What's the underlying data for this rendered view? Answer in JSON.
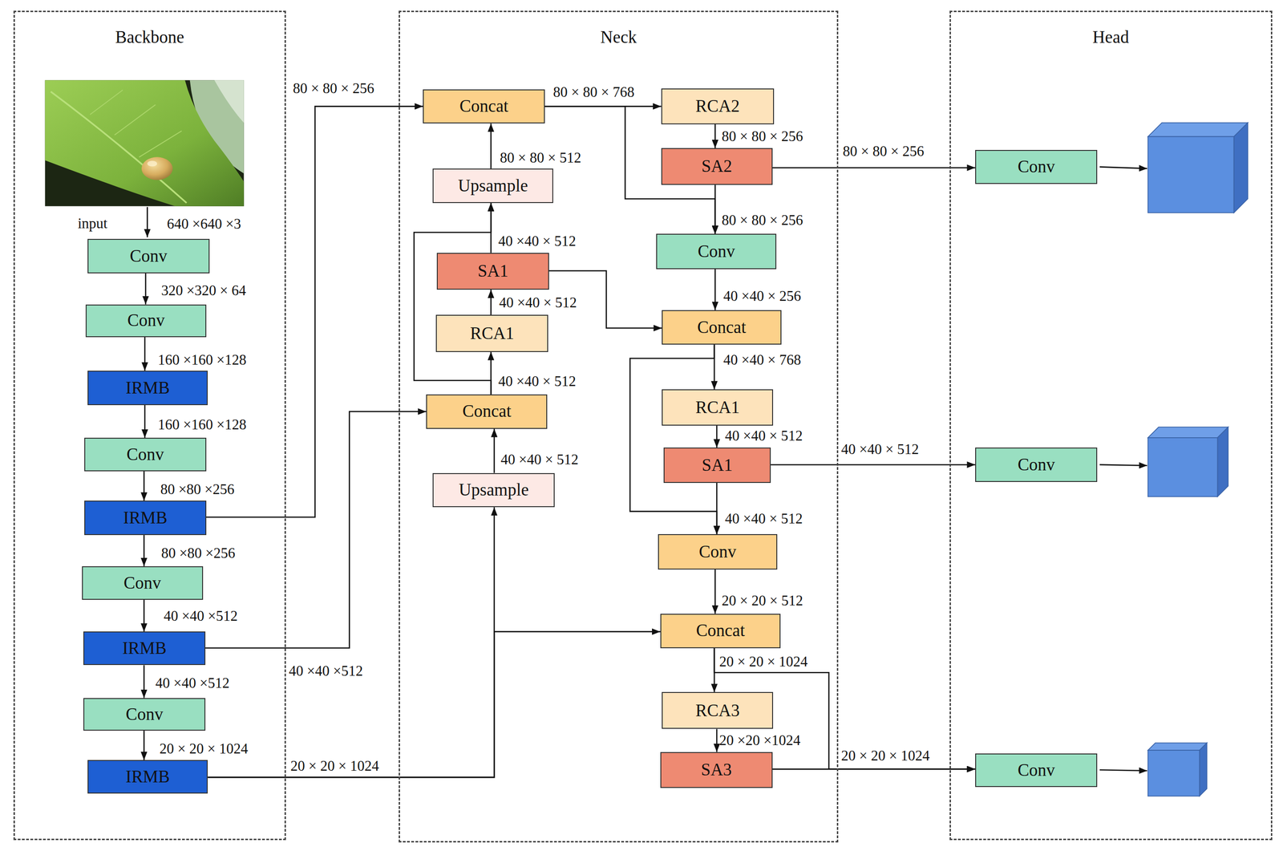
{
  "diagram": {
    "nodes": [
      {
        "text": [
          "Backbone"
        ]
      },
      {
        "text": [
          "Conv"
        ],
        "in": 0
      },
      {
        "text": [
          "Conv"
        ],
        "in": 0
      },
      {
        "text": [
          "IRMB"
        ],
        "in": 0
      },
      {
        "text": [
          "Conv"
        ],
        "in": 0
      },
      {
        "text": [
          "IRMB"
        ],
        "in": 0
      },
      {
        "text": [
          "Conv"
        ],
        "in": 0
      },
      {
        "text": [
          "IRMB"
        ],
        "in": 0
      },
      {
        "text": [
          "Conv"
        ],
        "in": 0
      },
      {
        "text": [
          "IRMB"
        ],
        "in": 0
      },
      {
        "text": [
          "Neck"
        ]
      },
      {
        "text": [
          "Concat"
        ],
        "in": 10
      },
      {
        "text": [
          "Upsample"
        ],
        "in": 10
      },
      {
        "text": [
          "SA1"
        ],
        "in": 10
      },
      {
        "text": [
          "RCA1"
        ],
        "in": 10
      },
      {
        "text": [
          "Concat"
        ],
        "in": 10
      },
      {
        "text": [
          "Upsample"
        ],
        "in": 10
      },
      {
        "text": [
          "RCA2"
        ],
        "in": 10
      },
      {
        "text": [
          "SA2"
        ],
        "in": 10
      },
      {
        "text": [
          "Conv"
        ],
        "in": 10
      },
      {
        "text": [
          "Concat"
        ],
        "in": 10
      },
      {
        "text": [
          "RCA1"
        ],
        "in": 10
      },
      {
        "text": [
          "SA1"
        ],
        "in": 10
      },
      {
        "text": [
          "Conv"
        ],
        "in": 10
      },
      {
        "text": [
          "Concat"
        ],
        "in": 10
      },
      {
        "text": [
          "RCA3"
        ],
        "in": 10
      },
      {
        "text": [
          "SA3"
        ],
        "in": 10
      },
      {
        "text": [
          "Head"
        ]
      },
      {
        "text": [
          "Conv"
        ],
        "in": 27
      },
      {
        "text": [
          "Conv"
        ],
        "in": 27
      },
      {
        "text": [
          "Conv"
        ],
        "in": 27
      }
    ],
    "edges": [
      {
        "from": 1,
        "to": 2,
        "arrow": "to",
        "label": "320 ×320 × 64"
      },
      {
        "from": 2,
        "to": 3,
        "arrow": "to",
        "label": "160 ×160 ×128"
      },
      {
        "from": 3,
        "to": 4,
        "arrow": "to",
        "label": "160 ×160 ×128"
      },
      {
        "from": 4,
        "to": 5,
        "arrow": "to",
        "label": "80 ×80 ×256"
      },
      {
        "from": 5,
        "to": 6,
        "arrow": "to",
        "label": "80 ×80 ×256"
      },
      {
        "from": 6,
        "to": 7,
        "arrow": "to",
        "label": "40 ×40 ×512"
      },
      {
        "from": 7,
        "to": 8,
        "arrow": "to",
        "label": "40 ×40 ×512"
      },
      {
        "from": 8,
        "to": 9,
        "arrow": "to",
        "label": "20 × 20 × 1024"
      },
      {
        "from": 5,
        "to": 11,
        "arrow": "to",
        "label": "80 × 80 × 256"
      },
      {
        "from": 7,
        "to": 15,
        "arrow": "to",
        "label": "40 ×40 ×512"
      },
      {
        "from": 9,
        "to": 16,
        "arrow": "to",
        "label": "20 × 20 × 1024"
      },
      {
        "from": 9,
        "to": 24,
        "arrow": "to"
      },
      {
        "from": 16,
        "to": 15,
        "arrow": "to",
        "label": "40 ×40 × 512"
      },
      {
        "from": 15,
        "to": 14,
        "arrow": "to",
        "label": "40 ×40 × 512"
      },
      {
        "from": 15,
        "to": 12,
        "arrow": "to"
      },
      {
        "from": 14,
        "to": 13,
        "arrow": "to",
        "label": "40 ×40 × 512"
      },
      {
        "from": 13,
        "to": 12,
        "arrow": "to",
        "label": "40 ×40 × 512"
      },
      {
        "from": 13,
        "to": 20,
        "arrow": "to"
      },
      {
        "from": 12,
        "to": 11,
        "arrow": "to",
        "label": "80 × 80 × 512"
      },
      {
        "from": 11,
        "to": 17,
        "arrow": "to",
        "label": "80 × 80 × 768"
      },
      {
        "from": 11,
        "to": 19,
        "arrow": "to"
      },
      {
        "from": 17,
        "to": 18,
        "arrow": "to",
        "label": "80 × 80 × 256"
      },
      {
        "from": 18,
        "to": 19,
        "arrow": "to",
        "label": "80 × 80 × 256"
      },
      {
        "from": 18,
        "to": 28,
        "arrow": "to",
        "label": "80 × 80 × 256"
      },
      {
        "from": 19,
        "to": 20,
        "arrow": "to",
        "label": "40 ×40 × 256"
      },
      {
        "from": 20,
        "to": 21,
        "arrow": "to",
        "label": "40 ×40 × 768"
      },
      {
        "from": 20,
        "to": 23,
        "arrow": "to"
      },
      {
        "from": 21,
        "to": 22,
        "arrow": "to",
        "label": "40 ×40 × 512"
      },
      {
        "from": 22,
        "to": 23,
        "arrow": "to",
        "label": "40 ×40 × 512"
      },
      {
        "from": 22,
        "to": 29,
        "arrow": "to",
        "label": "40 ×40 × 512"
      },
      {
        "from": 23,
        "to": 24,
        "arrow": "to",
        "label": "20 × 20 × 512"
      },
      {
        "from": 24,
        "to": 25,
        "arrow": "to",
        "label": "20 × 20 × 1024"
      },
      {
        "from": 24,
        "to": 30,
        "arrow": "to"
      },
      {
        "from": 25,
        "to": 26,
        "arrow": "to",
        "label": "20 ×20 ×1024"
      },
      {
        "from": 26,
        "to": 30,
        "arrow": "to",
        "label": "20 × 20 × 1024"
      }
    ],
    "labels": [
      "input",
      "640 ×640 ×3"
    ]
  }
}
